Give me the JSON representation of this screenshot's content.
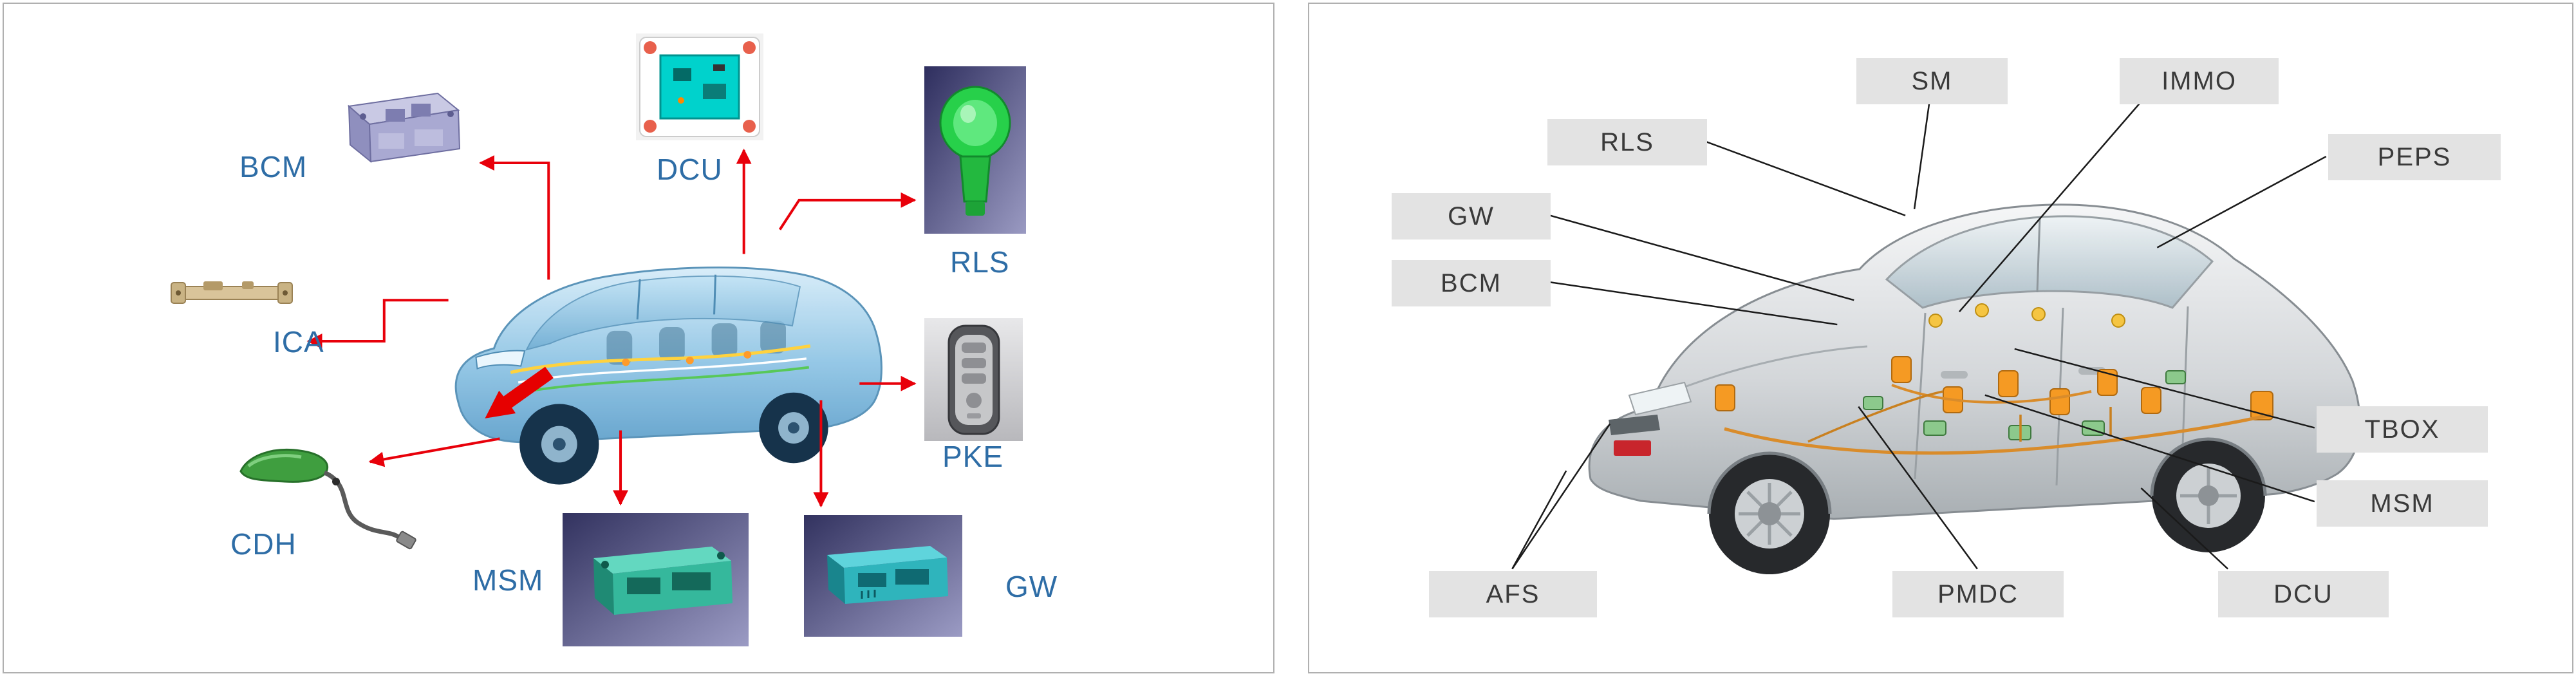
{
  "page": {
    "background": "#ffffff",
    "panel_border_color": "#b0b0b0"
  },
  "left_panel": {
    "type": "component-connection-diagram",
    "label_color": "#2e6da6",
    "arrow_color": "#e8000a",
    "illustration": "translucent-blue-car-cutaway-with-wiring",
    "components": [
      {
        "id": "bcm",
        "label": "BCM",
        "image": "purple-body-control-module"
      },
      {
        "id": "dcu",
        "label": "DCU",
        "image": "teal-pcb-door-control-unit"
      },
      {
        "id": "rls",
        "label": "RLS",
        "image": "green-rain-light-sensor"
      },
      {
        "id": "ica",
        "label": "ICA",
        "image": "tan-immobilizer-coil-antenna"
      },
      {
        "id": "pke",
        "label": "PKE",
        "image": "gray-passive-keyless-entry-fob"
      },
      {
        "id": "cdh",
        "label": "CDH",
        "image": "green-door-handle-with-cable"
      },
      {
        "id": "msm",
        "label": "MSM",
        "image": "teal-memory-seat-module"
      },
      {
        "id": "gw",
        "label": "GW",
        "image": "teal-gateway-module"
      }
    ]
  },
  "right_panel": {
    "type": "vehicle-ecu-location-diagram",
    "label_bg": "#e3e3e3",
    "label_color": "#3a3a3a",
    "leader_line_color": "#1a1a1a",
    "illustration": "silver-sedan-cutaway-with-modules",
    "labels": [
      {
        "id": "sm",
        "label": "SM"
      },
      {
        "id": "immo",
        "label": "IMMO"
      },
      {
        "id": "rls",
        "label": "RLS"
      },
      {
        "id": "peps",
        "label": "PEPS"
      },
      {
        "id": "gw",
        "label": "GW"
      },
      {
        "id": "bcm",
        "label": "BCM"
      },
      {
        "id": "tbox",
        "label": "TBOX"
      },
      {
        "id": "msm",
        "label": "MSM"
      },
      {
        "id": "afs",
        "label": "AFS"
      },
      {
        "id": "pmdc",
        "label": "PMDC"
      },
      {
        "id": "dcu",
        "label": "DCU"
      }
    ]
  }
}
